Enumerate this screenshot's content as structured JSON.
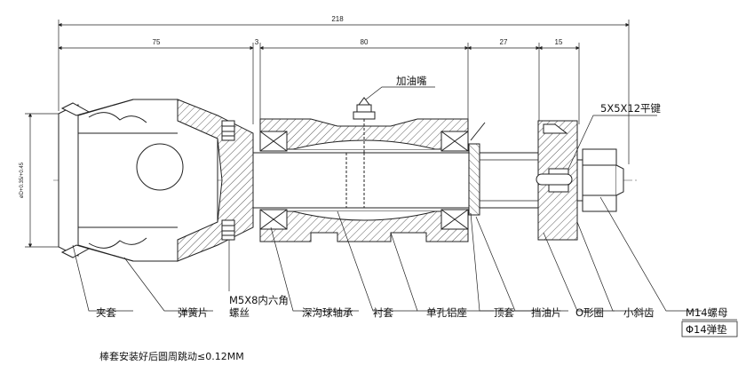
{
  "dimensions": {
    "overall": "218",
    "seg1": "75",
    "seg2": "3",
    "seg3": "80",
    "seg4": "27",
    "seg5": "15",
    "dia": "øD+0.35/+0.45"
  },
  "callouts": {
    "oil_nipple": "加油嘴",
    "key": "5X5X12平键"
  },
  "labels": {
    "clamp_sleeve": "夹套",
    "spring_leaf": "弹簧片",
    "screw_line1": "M5X8内六角",
    "screw_line2": "螺丝",
    "bearing": "深沟球轴承",
    "bushing": "衬套",
    "aluminum_seat": "单孔铝座",
    "top_sleeve": "顶套",
    "oil_shield": "挡油片",
    "o_ring": "O形圈",
    "bevel_gear": "小斜齿",
    "nut": "M14螺母",
    "washer": "Φ14弹垫"
  },
  "note": "棒套安装好后圆周跳动≤0.12MM"
}
